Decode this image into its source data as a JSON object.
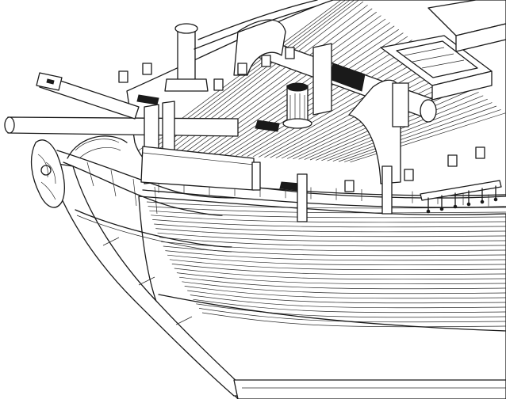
{
  "drawing": {
    "colors": {
      "ink": "#1a1a1a",
      "paper": "#ffffff"
    },
    "parts": [
      "bowsprit",
      "figurehead",
      "hull-planking",
      "keel",
      "stem",
      "deck-planking",
      "windlass",
      "hatch-grating",
      "capstan",
      "funnel-vent",
      "bitts",
      "cathead",
      "headrails",
      "deck-rail",
      "belaying-rack"
    ]
  }
}
